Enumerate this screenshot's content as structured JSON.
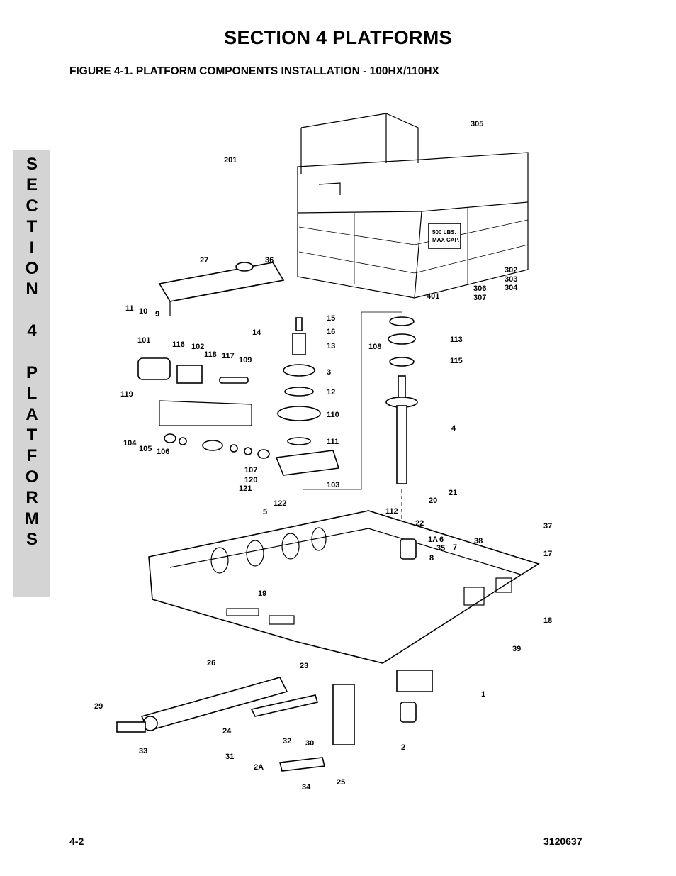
{
  "header": {
    "section_title": "SECTION 4  PLATFORMS",
    "figure_title": "FIGURE 4-1.    PLATFORM COMPONENTS INSTALLATION - 100HX/110HX"
  },
  "side_tab": {
    "letters": [
      "S",
      "E",
      "C",
      "T",
      "I",
      "O",
      "N",
      "",
      "4",
      "",
      "P",
      "L",
      "A",
      "T",
      "F",
      "O",
      "R",
      "M",
      "S"
    ]
  },
  "diagram": {
    "decal_text_1": "500 LBS.",
    "decal_text_2": "MAX CAP.",
    "callouts": [
      "305",
      "201",
      "302",
      "303",
      "304",
      "306",
      "307",
      "401",
      "27",
      "36",
      "11",
      "10",
      "9",
      "15",
      "16",
      "13",
      "14",
      "3",
      "12",
      "110",
      "111",
      "108",
      "113",
      "115",
      "4",
      "101",
      "116",
      "102",
      "118",
      "117",
      "109",
      "119",
      "104",
      "105",
      "106",
      "107",
      "120",
      "121",
      "122",
      "5",
      "103",
      "112",
      "20",
      "21",
      "22",
      "1A",
      "6",
      "35",
      "8",
      "7",
      "38",
      "37",
      "17",
      "18",
      "19",
      "39",
      "1",
      "23",
      "26",
      "29",
      "24",
      "31",
      "32",
      "33",
      "30",
      "2",
      "2A",
      "34",
      "25"
    ]
  },
  "footer": {
    "page_number": "4-2",
    "doc_number": "3120637"
  }
}
